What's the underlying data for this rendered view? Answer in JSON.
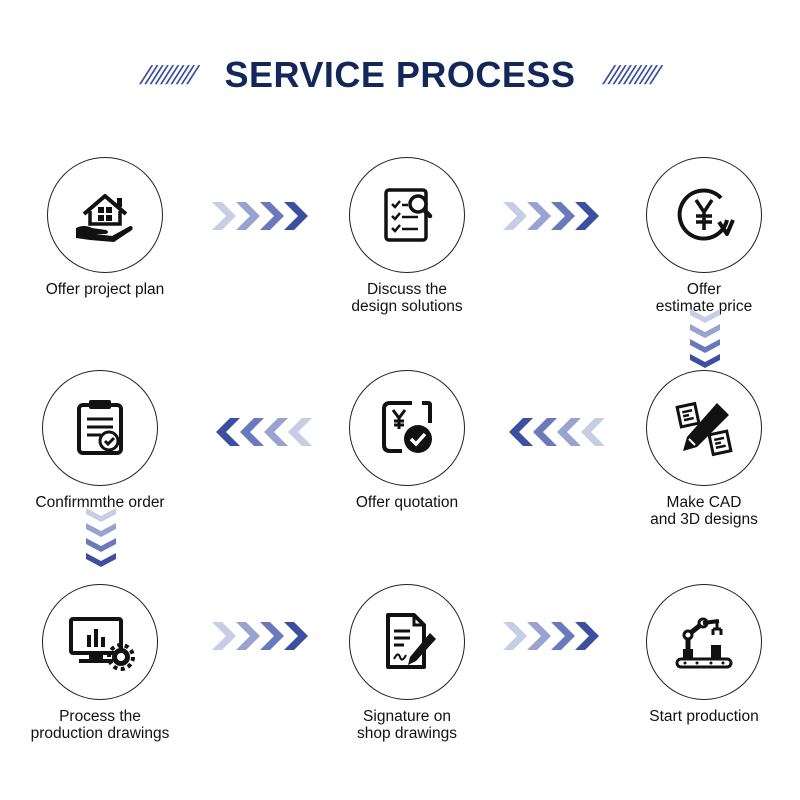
{
  "header": {
    "title": "SERVICE PROCESS",
    "left_decoration": "//////////",
    "right_decoration": "//////////"
  },
  "colors": {
    "accent_dark": "#3d4fa0",
    "accent_light": "#c8cde6",
    "title": "#14275a"
  },
  "steps": [
    {
      "lines": [
        "Offer project plan"
      ],
      "icon": "house-in-hand-icon"
    },
    {
      "lines": [
        "Discuss the",
        "design solutions"
      ],
      "icon": "checklist-search-icon"
    },
    {
      "lines": [
        "Offer",
        "estimate price"
      ],
      "icon": "yen-coin-icon"
    },
    {
      "lines": [
        "Make CAD",
        "and 3D designs"
      ],
      "icon": "pencil-design-icon"
    },
    {
      "lines": [
        "Offer quotation"
      ],
      "icon": "yen-document-check-icon"
    },
    {
      "lines": [
        "Confirmmthe order"
      ],
      "icon": "clipboard-check-icon"
    },
    {
      "lines": [
        "Process the",
        "production drawings"
      ],
      "icon": "monitor-chart-gear-icon"
    },
    {
      "lines": [
        "Signature on",
        "shop drawings"
      ],
      "icon": "document-signature-icon"
    },
    {
      "lines": [
        "Start production"
      ],
      "icon": "robot-arm-production-icon"
    }
  ]
}
